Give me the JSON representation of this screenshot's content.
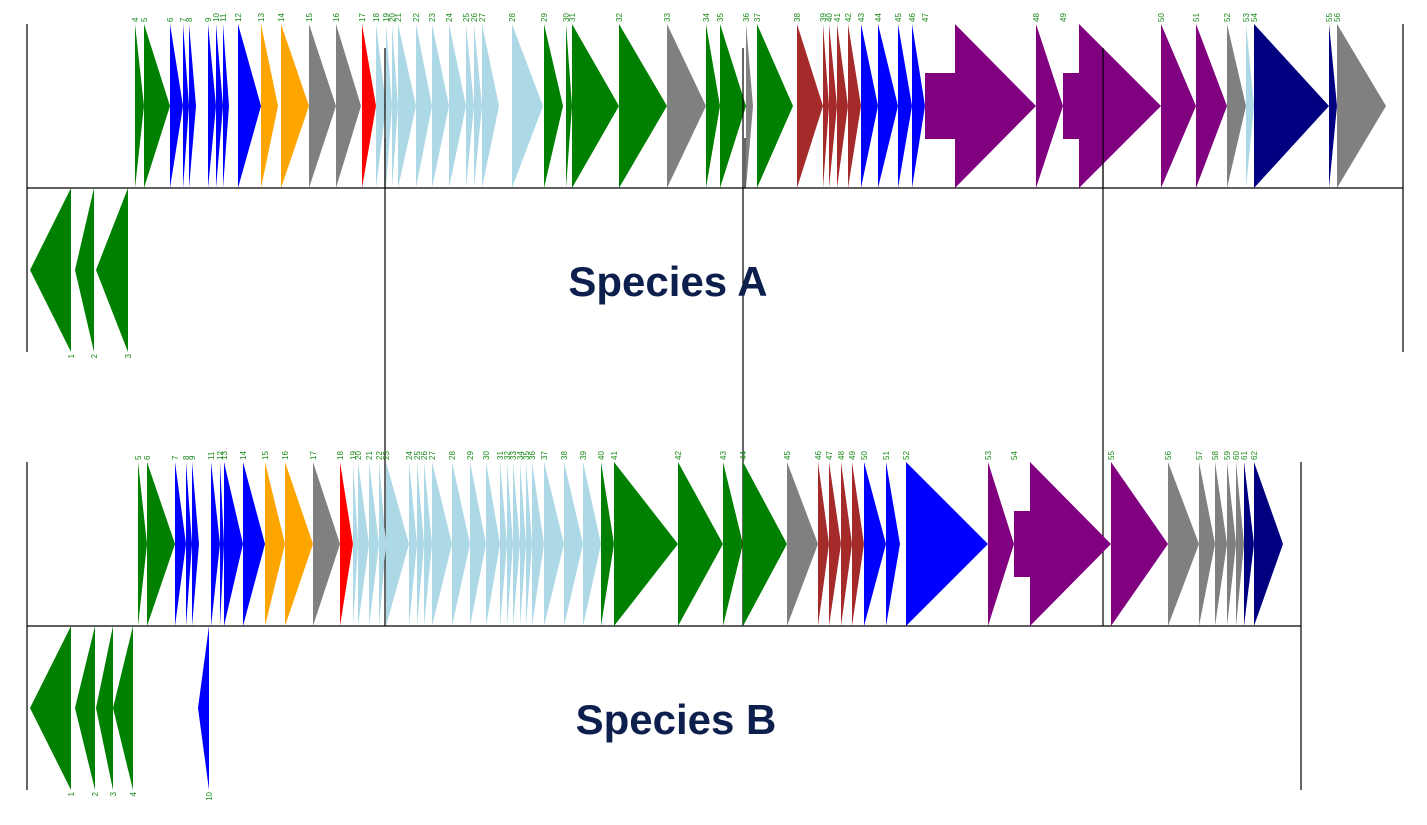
{
  "colors": {
    "green": "#008000",
    "blue": "#0000ff",
    "orange": "#ffa500",
    "gray": "#808080",
    "red": "#ff0000",
    "lightblue": "#add8e6",
    "brown": "#a52a2a",
    "purple": "#800080",
    "navy": "#000080",
    "title": "#0d1f4d",
    "label": "#1a8a1a"
  },
  "tracks": [
    {
      "name": "Species A",
      "genes": [
        {
          "n": "1",
          "s": "-",
          "c": "green"
        },
        {
          "n": "2",
          "s": "-",
          "c": "green"
        },
        {
          "n": "3",
          "s": "-",
          "c": "green"
        },
        {
          "n": "4",
          "s": "+",
          "c": "green"
        },
        {
          "n": "5",
          "s": "+",
          "c": "green"
        },
        {
          "n": "6",
          "s": "+",
          "c": "blue"
        },
        {
          "n": "7",
          "s": "+",
          "c": "blue"
        },
        {
          "n": "8",
          "s": "+",
          "c": "blue"
        },
        {
          "n": "9",
          "s": "+",
          "c": "blue"
        },
        {
          "n": "10",
          "s": "+",
          "c": "blue"
        },
        {
          "n": "11",
          "s": "+",
          "c": "blue"
        },
        {
          "n": "12",
          "s": "+",
          "c": "blue"
        },
        {
          "n": "13",
          "s": "+",
          "c": "orange"
        },
        {
          "n": "14",
          "s": "+",
          "c": "orange"
        },
        {
          "n": "15",
          "s": "+",
          "c": "gray"
        },
        {
          "n": "16",
          "s": "+",
          "c": "gray"
        },
        {
          "n": "17",
          "s": "+",
          "c": "red"
        },
        {
          "n": "18",
          "s": "+",
          "c": "lightblue"
        },
        {
          "n": "19",
          "s": "+",
          "c": "lightblue"
        },
        {
          "n": "20",
          "s": "+",
          "c": "lightblue"
        },
        {
          "n": "21",
          "s": "+",
          "c": "lightblue"
        },
        {
          "n": "22",
          "s": "+",
          "c": "lightblue"
        },
        {
          "n": "23",
          "s": "+",
          "c": "lightblue"
        },
        {
          "n": "24",
          "s": "+",
          "c": "lightblue"
        },
        {
          "n": "25",
          "s": "+",
          "c": "lightblue"
        },
        {
          "n": "26",
          "s": "+",
          "c": "lightblue"
        },
        {
          "n": "27",
          "s": "+",
          "c": "lightblue"
        },
        {
          "n": "28",
          "s": "+",
          "c": "lightblue"
        },
        {
          "n": "29",
          "s": "+",
          "c": "green"
        },
        {
          "n": "30",
          "s": "+",
          "c": "green"
        },
        {
          "n": "31",
          "s": "+",
          "c": "green"
        },
        {
          "n": "32",
          "s": "+",
          "c": "green"
        },
        {
          "n": "33",
          "s": "+",
          "c": "gray"
        },
        {
          "n": "34",
          "s": "+",
          "c": "green"
        },
        {
          "n": "35",
          "s": "+",
          "c": "green"
        },
        {
          "n": "36",
          "s": "+",
          "c": "gray"
        },
        {
          "n": "37",
          "s": "+",
          "c": "green"
        },
        {
          "n": "38",
          "s": "+",
          "c": "brown"
        },
        {
          "n": "39",
          "s": "+",
          "c": "brown"
        },
        {
          "n": "40",
          "s": "+",
          "c": "brown"
        },
        {
          "n": "41",
          "s": "+",
          "c": "brown"
        },
        {
          "n": "42",
          "s": "+",
          "c": "brown"
        },
        {
          "n": "43",
          "s": "+",
          "c": "blue"
        },
        {
          "n": "44",
          "s": "+",
          "c": "blue"
        },
        {
          "n": "45",
          "s": "+",
          "c": "blue"
        },
        {
          "n": "46",
          "s": "+",
          "c": "blue"
        },
        {
          "n": "47",
          "s": "+",
          "c": "purple"
        },
        {
          "n": "48",
          "s": "+",
          "c": "purple"
        },
        {
          "n": "49",
          "s": "+",
          "c": "purple"
        },
        {
          "n": "50",
          "s": "+",
          "c": "purple"
        },
        {
          "n": "51",
          "s": "+",
          "c": "purple"
        },
        {
          "n": "52",
          "s": "+",
          "c": "gray"
        },
        {
          "n": "53",
          "s": "+",
          "c": "lightblue"
        },
        {
          "n": "54",
          "s": "+",
          "c": "navy"
        },
        {
          "n": "55",
          "s": "+",
          "c": "navy"
        },
        {
          "n": "56",
          "s": "+",
          "c": "gray"
        }
      ]
    },
    {
      "name": "Species B",
      "genes": [
        {
          "n": "1",
          "s": "-",
          "c": "green"
        },
        {
          "n": "2",
          "s": "-",
          "c": "green"
        },
        {
          "n": "3",
          "s": "-",
          "c": "green"
        },
        {
          "n": "4",
          "s": "-",
          "c": "green"
        },
        {
          "n": "5",
          "s": "+",
          "c": "green"
        },
        {
          "n": "6",
          "s": "+",
          "c": "green"
        },
        {
          "n": "7",
          "s": "+",
          "c": "blue"
        },
        {
          "n": "8",
          "s": "+",
          "c": "blue"
        },
        {
          "n": "9",
          "s": "+",
          "c": "blue"
        },
        {
          "n": "10",
          "s": "-",
          "c": "blue"
        },
        {
          "n": "11",
          "s": "+",
          "c": "blue"
        },
        {
          "n": "12",
          "s": "+",
          "c": "blue"
        },
        {
          "n": "13",
          "s": "+",
          "c": "blue"
        },
        {
          "n": "14",
          "s": "+",
          "c": "blue"
        },
        {
          "n": "15",
          "s": "+",
          "c": "orange"
        },
        {
          "n": "16",
          "s": "+",
          "c": "orange"
        },
        {
          "n": "17",
          "s": "+",
          "c": "gray"
        },
        {
          "n": "18",
          "s": "+",
          "c": "red"
        },
        {
          "n": "19",
          "s": "+",
          "c": "lightblue"
        },
        {
          "n": "20",
          "s": "+",
          "c": "lightblue"
        },
        {
          "n": "21",
          "s": "+",
          "c": "lightblue"
        },
        {
          "n": "22",
          "s": "+",
          "c": "lightblue"
        },
        {
          "n": "23",
          "s": "+",
          "c": "lightblue"
        },
        {
          "n": "24",
          "s": "+",
          "c": "lightblue"
        },
        {
          "n": "25",
          "s": "+",
          "c": "lightblue"
        },
        {
          "n": "26",
          "s": "+",
          "c": "lightblue"
        },
        {
          "n": "27",
          "s": "+",
          "c": "lightblue"
        },
        {
          "n": "28",
          "s": "+",
          "c": "lightblue"
        },
        {
          "n": "29",
          "s": "+",
          "c": "lightblue"
        },
        {
          "n": "30",
          "s": "+",
          "c": "lightblue"
        },
        {
          "n": "31",
          "s": "+",
          "c": "lightblue"
        },
        {
          "n": "32",
          "s": "+",
          "c": "lightblue"
        },
        {
          "n": "33",
          "s": "+",
          "c": "lightblue"
        },
        {
          "n": "34",
          "s": "+",
          "c": "lightblue"
        },
        {
          "n": "35",
          "s": "+",
          "c": "lightblue"
        },
        {
          "n": "36",
          "s": "+",
          "c": "lightblue"
        },
        {
          "n": "37",
          "s": "+",
          "c": "lightblue"
        },
        {
          "n": "38",
          "s": "+",
          "c": "lightblue"
        },
        {
          "n": "39",
          "s": "+",
          "c": "lightblue"
        },
        {
          "n": "40",
          "s": "+",
          "c": "green"
        },
        {
          "n": "41",
          "s": "+",
          "c": "green"
        },
        {
          "n": "42",
          "s": "+",
          "c": "green"
        },
        {
          "n": "43",
          "s": "+",
          "c": "green"
        },
        {
          "n": "44",
          "s": "+",
          "c": "green"
        },
        {
          "n": "45",
          "s": "+",
          "c": "gray"
        },
        {
          "n": "46",
          "s": "+",
          "c": "brown"
        },
        {
          "n": "47",
          "s": "+",
          "c": "brown"
        },
        {
          "n": "48",
          "s": "+",
          "c": "brown"
        },
        {
          "n": "49",
          "s": "+",
          "c": "brown"
        },
        {
          "n": "50",
          "s": "+",
          "c": "blue"
        },
        {
          "n": "51",
          "s": "+",
          "c": "blue"
        },
        {
          "n": "52",
          "s": "+",
          "c": "blue"
        },
        {
          "n": "53",
          "s": "+",
          "c": "purple"
        },
        {
          "n": "54",
          "s": "+",
          "c": "purple"
        },
        {
          "n": "55",
          "s": "+",
          "c": "purple"
        },
        {
          "n": "56",
          "s": "+",
          "c": "gray"
        },
        {
          "n": "57",
          "s": "+",
          "c": "gray"
        },
        {
          "n": "58",
          "s": "+",
          "c": "gray"
        },
        {
          "n": "59",
          "s": "+",
          "c": "gray"
        },
        {
          "n": "60",
          "s": "+",
          "c": "gray"
        },
        {
          "n": "61",
          "s": "+",
          "c": "navy"
        },
        {
          "n": "62",
          "s": "+",
          "c": "navy"
        }
      ]
    }
  ]
}
